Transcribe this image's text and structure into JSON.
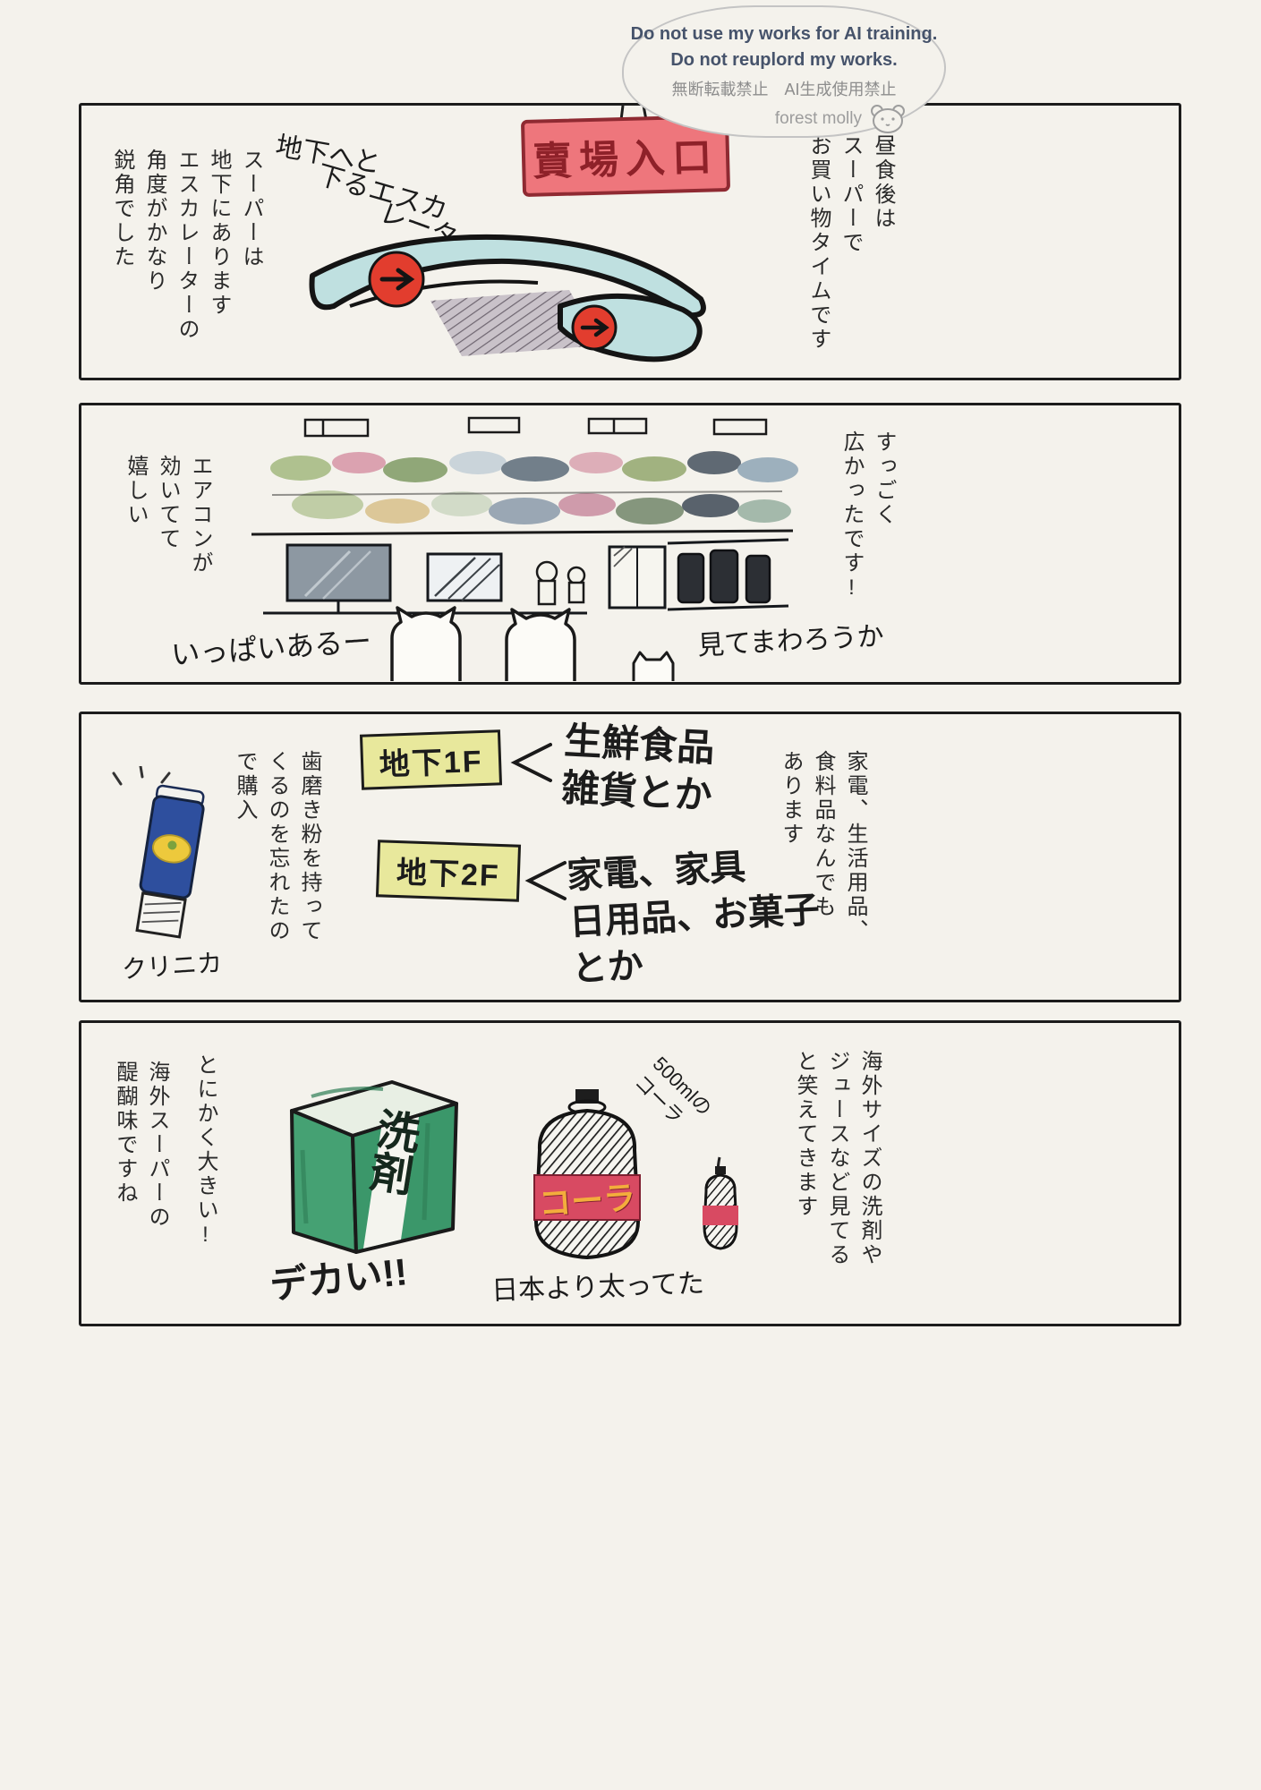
{
  "notice": {
    "line1": "Do not use my works for AI training.",
    "line2": "Do not reuplord my works.",
    "line3": "無断転載禁止　AI生成使用禁止",
    "credit": "forest molly"
  },
  "panel1": {
    "caption_right": "昼食後は\nスーパーで\nお買い物タイムです",
    "sign_label": "賣場入口",
    "note_lines": [
      "地下へと",
      "下るエスカ",
      "レーター"
    ],
    "caption_left": "スーパーは\n地下にあります\nエスカレーターの\n角度がかなり\n鋭角でした"
  },
  "panel2": {
    "caption_right": "すっごく\n広かったです!",
    "caption_left": "エアコンが\n効いてて\n嬉しい",
    "note_left": "いっぱいあるー",
    "note_right": "見てまわろうか"
  },
  "panel3": {
    "caption_right": "家電、生活用品、\n食料品なんでも\nあります",
    "floor1_label": "地下1F",
    "floor1_note": "生鮮食品\n雑貨とか",
    "floor2_label": "地下2F",
    "floor2_note": "家電、家具\n日用品、お菓子\nとか",
    "caption_left": "歯磨き粉を持って\nくるのを忘れたの\nで購入",
    "toothpaste_label": "クリニカ"
  },
  "panel4": {
    "caption_right": "海外サイズの洗剤や\nジュースなど見てる\nと笑えてきます",
    "size_note": "500mlの\nコーラ",
    "detergent_label": "洗剤",
    "cola_label": "コーラ",
    "note_big": "デカい!!",
    "note_compare": "日本より太ってた",
    "caption_left_1": "とにかく大きい!",
    "caption_left_2": "海外スーパーの\n醍醐味ですね"
  },
  "colors": {
    "background": "#f4f2ec",
    "panel_border": "#1c1c1c",
    "sign_fill": "#ee767c",
    "sign_text": "#8e2129",
    "escalator_teal": "#bfe0e0",
    "arrow_red": "#e23d2e",
    "floor_box_yellow": "#e8e89c",
    "toothpaste_blue": "#2e4f9e",
    "detergent_green": "#3f9e6f",
    "cola_red": "#d84a62",
    "cola_label_yellow": "#f3ad3c"
  }
}
